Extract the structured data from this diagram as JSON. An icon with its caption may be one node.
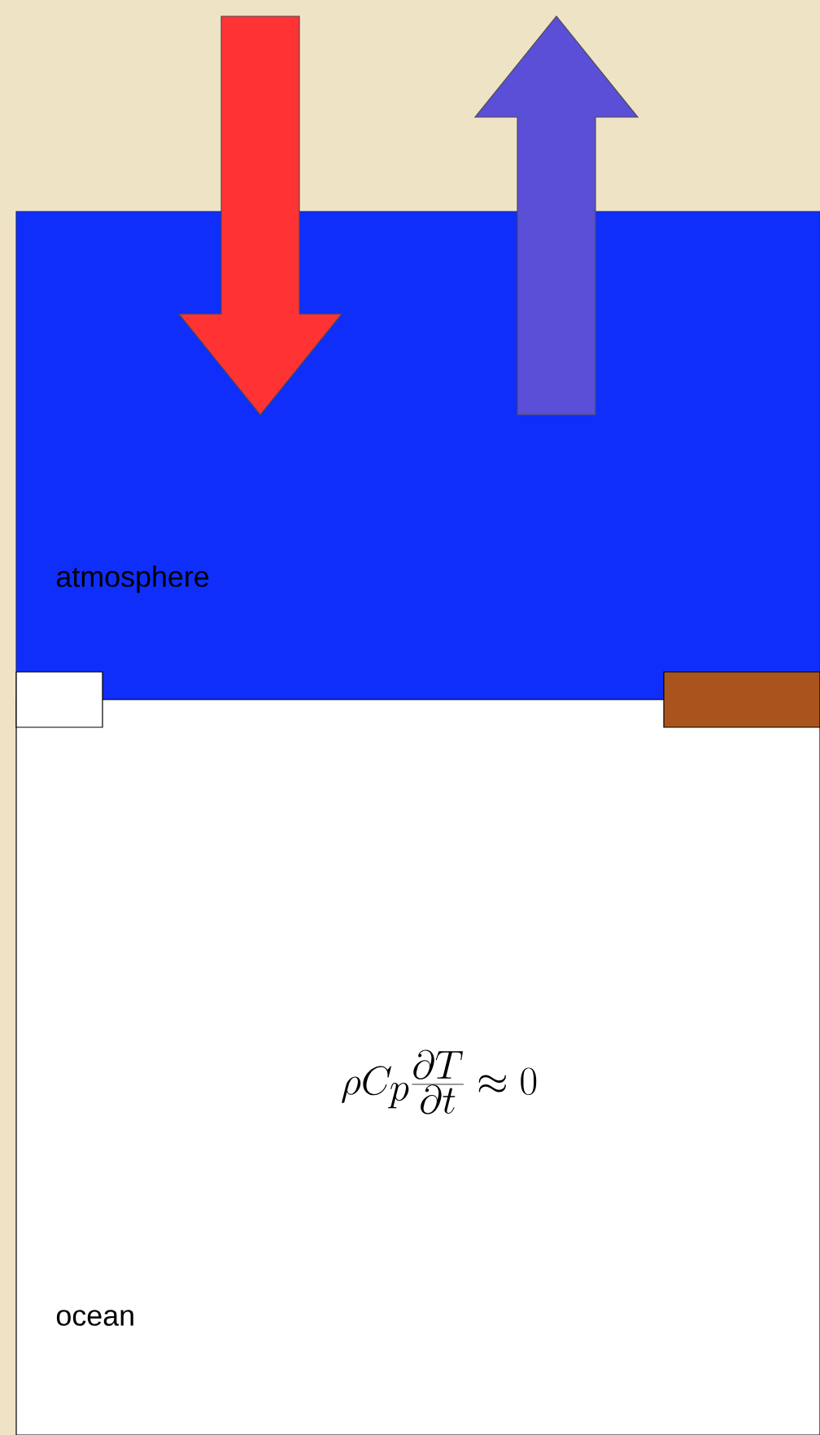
{
  "diagram": {
    "nodes": [
      {
        "text": [
          "atmosphere"
        ]
      },
      {
        "text": [],
        "shape": "box"
      },
      {
        "text": [],
        "shape": "box"
      },
      {
        "text": [
          "\\rho C_{p} \\frac{\\partial T}{\\partial t} \\approx 0",
          "ocean"
        ]
      }
    ]
  }
}
